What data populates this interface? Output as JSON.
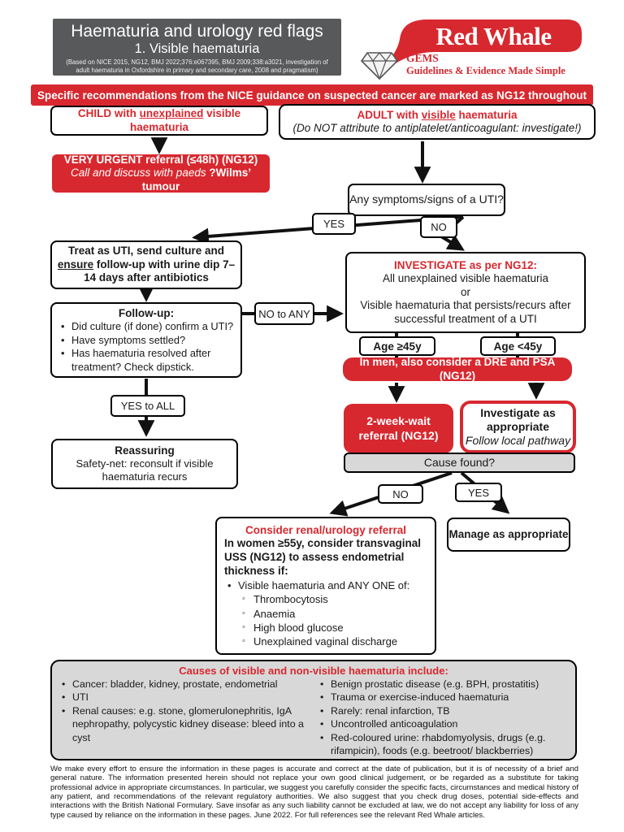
{
  "header": {
    "title": "Haematuria and urology red flags",
    "subtitle": "1. Visible haematuria",
    "source_note": "(Based on NICE 2015, NG12, BMJ 2022;376:e067395, BMJ 2009;338:a3021, investigation of adult haematuria in Oxfordshire in primary and secondary care, 2008 and pragmatism)",
    "logo": {
      "brand": "Red Whale",
      "sub_brand": "GEMS",
      "tagline": "Guidelines & Evidence Made Simple",
      "icon": "diamond-icon"
    }
  },
  "banner": "Specific recommendations from the NICE guidance on suspected cancer are marked as NG12 throughout",
  "nodes": {
    "child": {
      "pre": "CHILD with ",
      "underline": "unexplained",
      "post": " visible haematuria"
    },
    "adult": {
      "pre": "ADULT with ",
      "underline": "visible",
      "post": " haematuria",
      "note": "(Do NOT attribute to antiplatelet/anticoagulant: investigate!)"
    },
    "very_urgent": {
      "line1": "VERY URGENT referral (≤48h) (NG12)",
      "line2_italic": "Call and discuss with paeds ",
      "line2_bold": "?Wilms’ tumour"
    },
    "uti_question": "Any symptoms/signs of a UTI?",
    "treat": {
      "pre": "Treat as UTI, send culture and ",
      "underline": "ensure",
      "post": " follow-up with urine dip 7–14 days after antibiotics"
    },
    "followup": {
      "title": "Follow-up:",
      "bullets": [
        "Did culture (if done) confirm a UTI?",
        "Have symptoms settled?",
        "Has haematuria resolved after treatment? Check dipstick."
      ]
    },
    "investigate": {
      "title": "INVESTIGATE as per NG12:",
      "line1": "All unexplained visible haematuria",
      "or": "or",
      "line2": "Visible haematuria that persists/recurs after successful treatment of a UTI"
    },
    "dre_psa": "In men, also consider a DRE and PSA (NG12)",
    "two_week_wait": "2-week-wait referral (NG12)",
    "investigate_appropriate": {
      "title": "Investigate as appropriate",
      "note": "Follow local pathway"
    },
    "cause_found": "Cause found?",
    "renal_referral": {
      "title": "Consider renal/urology referral",
      "intro": "In women ≥55y, consider transvaginal USS (NG12) to assess endometrial thickness if:",
      "bullet": "Visible haematuria and ANY ONE of:",
      "subs": [
        "Thrombocytosis",
        "Anaemia",
        "High blood glucose",
        "Unexplained vaginal discharge"
      ]
    },
    "manage": "Manage as appropriate",
    "reassuring": {
      "title": "Reassuring",
      "body": "Safety-net: reconsult if visible haematuria recurs"
    }
  },
  "labels": {
    "yes": "YES",
    "no": "NO",
    "no_to_any": "NO to ANY",
    "yes_to_all": "YES to ALL",
    "age_45_plus": "Age ≥45y",
    "age_under_45": "Age <45y"
  },
  "causes": {
    "title": "Causes of visible and non-visible haematuria include:",
    "left": [
      "Cancer: bladder, kidney, prostate, endometrial",
      "UTI",
      "Renal causes: e.g. stone, glomerulonephritis, IgA nephropathy, polycystic kidney disease: bleed into a cyst"
    ],
    "right": [
      "Benign prostatic disease (e.g. BPH, prostatitis)",
      "Trauma or exercise-induced haematuria",
      "Rarely: renal infarction, TB",
      "Uncontrolled anticoagulation",
      "Red-coloured urine: rhabdomyolysis, drugs (e.g. rifampicin), foods (e.g. beetroot/ blackberries)"
    ]
  },
  "footer": "We make every effort to ensure the information in these pages is accurate and correct at the date of publication, but it is of necessity of a brief and general nature. The information presented herein should not replace your own good clinical judgement, or be regarded as a substitute for taking professional advice in appropriate circumstances. In particular, we suggest you carefully consider the specific facts, circumstances and medical history of any patient, and recommendations of the relevant regulatory authorities. We also suggest that you check drug doses, potential side-effects and interactions with the British National Formulary. Save insofar as any such liability cannot be excluded at law, we do not accept any liability for loss of any type caused by reliance on the information in these pages. June 2022. For full references see the relevant Red Whale articles.",
  "colors": {
    "accent_red": "#d7282f",
    "header_gray": "#58595b",
    "panel_gray": "#d8d8d8"
  }
}
